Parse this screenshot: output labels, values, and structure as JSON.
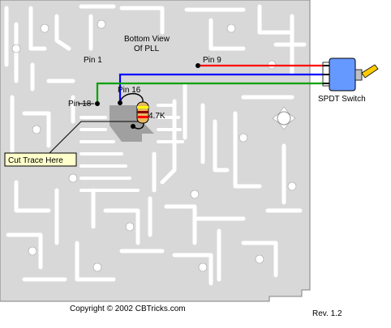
{
  "labels": {
    "title_line1": "Bottom View",
    "title_line2": "Of PLL",
    "pin1": "Pin 1",
    "pin9": "Pin 9",
    "pin16": "Pin 16",
    "pin18": "Pin 18",
    "resistor": "4.7K",
    "switch": "SPDT Switch",
    "cut_trace": "Cut Trace Here",
    "copyright": "Copyright © 2002 CBTricks.com",
    "revision": "Rev.  1.2"
  },
  "colors": {
    "board": "#d8d8d8",
    "trace": "#ffffff",
    "wire_red": "#ff0000",
    "wire_blue": "#0000ff",
    "wire_green": "#00a000",
    "switch_body": "#6699ff",
    "switch_lever": "#ffcc00",
    "callout_fill": "#ffffcc",
    "resistor_body": "#e8b860"
  },
  "icons": [
    "switch-icon",
    "resistor-icon",
    "mounting-hole-icon"
  ]
}
